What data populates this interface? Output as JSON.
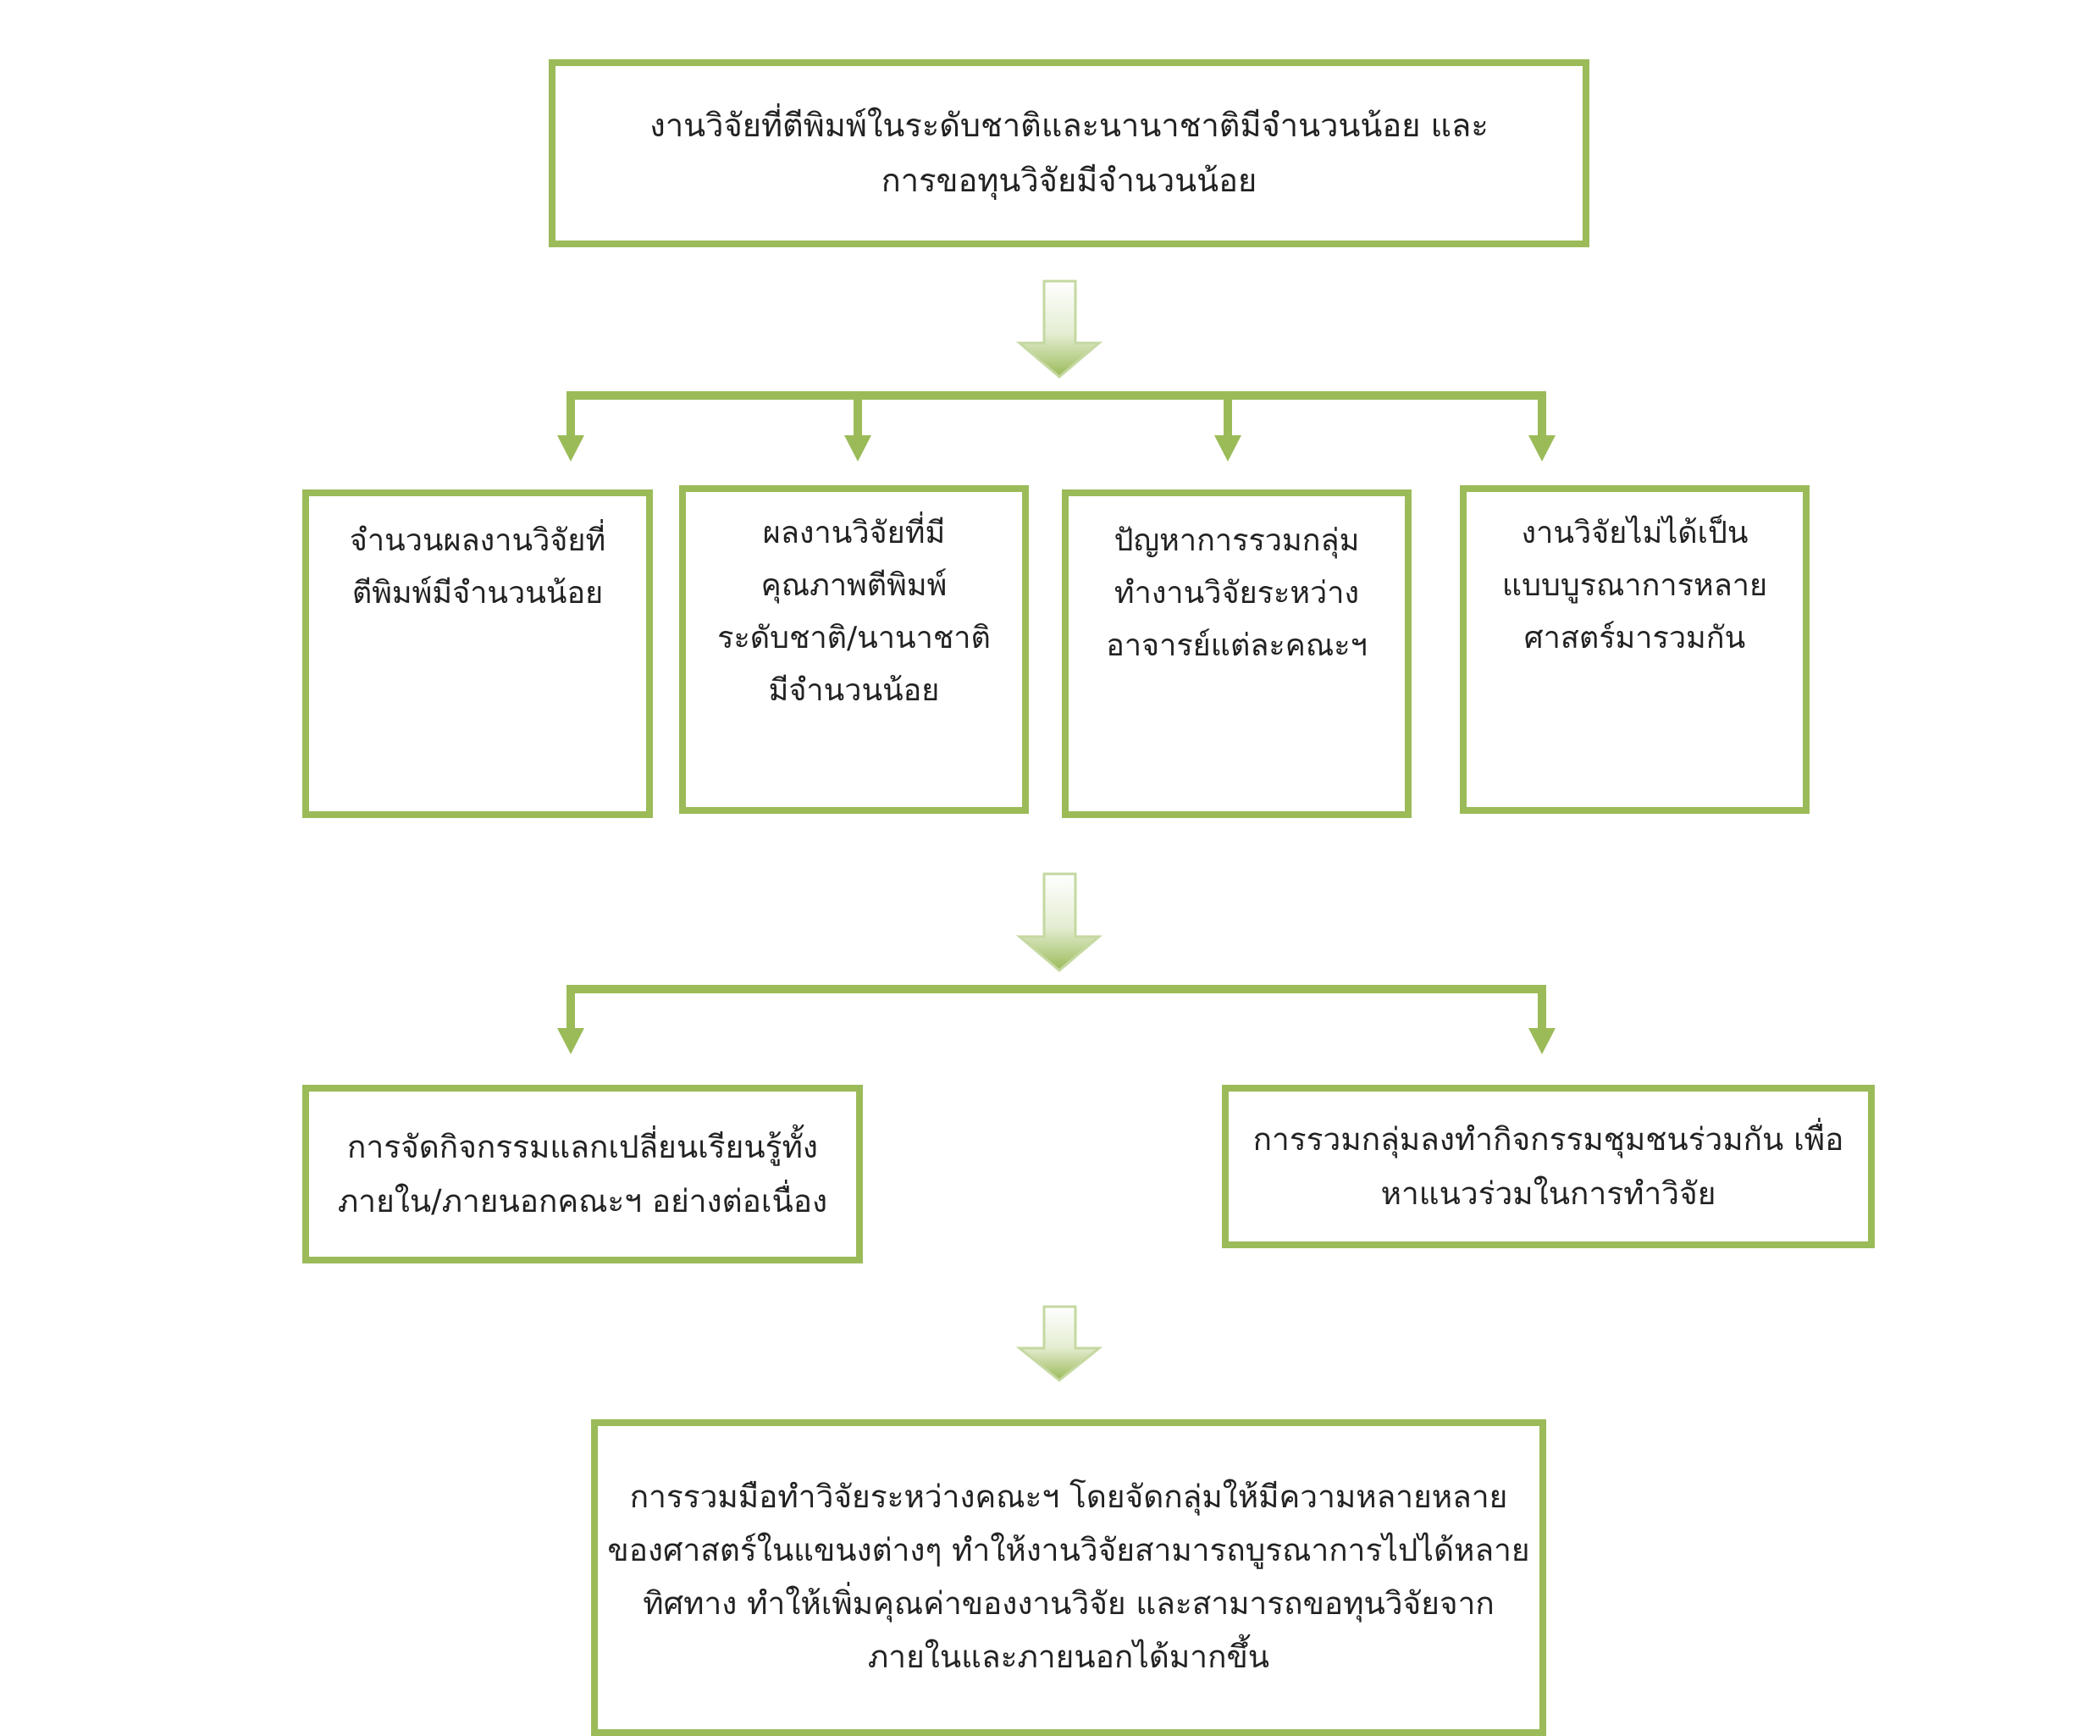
{
  "colors": {
    "border": "#9BBB59",
    "connector": "#9BBB59",
    "arrow_light": "#FFFFFF",
    "arrow_dark": "#9BBB59",
    "text": "#222222"
  },
  "top_problem": {
    "lines": [
      "งานวิจัยที่ตีพิมพ์ในระดับชาติและนานาชาติมีจำนวนน้อย และ",
      "การขอทุนวิจัยมีจำนวนน้อย"
    ]
  },
  "causes": [
    {
      "lines": [
        "จำนวนผลงานวิจัยที่",
        "ตีพิมพ์มีจำนวนน้อย"
      ]
    },
    {
      "lines": [
        "ผลงานวิจัยที่มี",
        "คุณภาพตีพิมพ์",
        "ระดับชาติ/นานาชาติ",
        "มีจำนวนน้อย"
      ]
    },
    {
      "lines": [
        "ปัญหาการรวมกลุ่ม",
        "ทำงานวิจัยระหว่าง",
        "อาจารย์แต่ละคณะฯ"
      ]
    },
    {
      "lines": [
        "งานวิจัยไม่ได้เป็น",
        "แบบบูรณาการหลาย",
        "ศาสตร์มารวมกัน"
      ]
    }
  ],
  "solutions": [
    {
      "lines": [
        "การจัดกิจกรรมแลกเปลี่ยนเรียนรู้ทั้ง",
        "ภายใน/ภายนอกคณะฯ อย่างต่อเนื่อง"
      ]
    },
    {
      "lines": [
        "การรวมกลุ่มลงทำกิจกรรมชุมชนร่วมกัน เพื่อ",
        "หาแนวร่วมในการทำวิจัย"
      ]
    }
  ],
  "outcome": {
    "lines": [
      "การรวมมือทำวิจัยระหว่างคณะฯ โดยจัดกลุ่มให้มีความหลายหลาย",
      "ของศาสตร์ในแขนงต่างๆ ทำให้งานวิจัยสามารถบูรณาการไปได้หลาย",
      "ทิศทาง ทำให้เพิ่มคุณค่าของงานวิจัย และสามารถขอทุนวิจัยจาก",
      "ภายในและภายนอกได้มากขึ้น"
    ]
  }
}
